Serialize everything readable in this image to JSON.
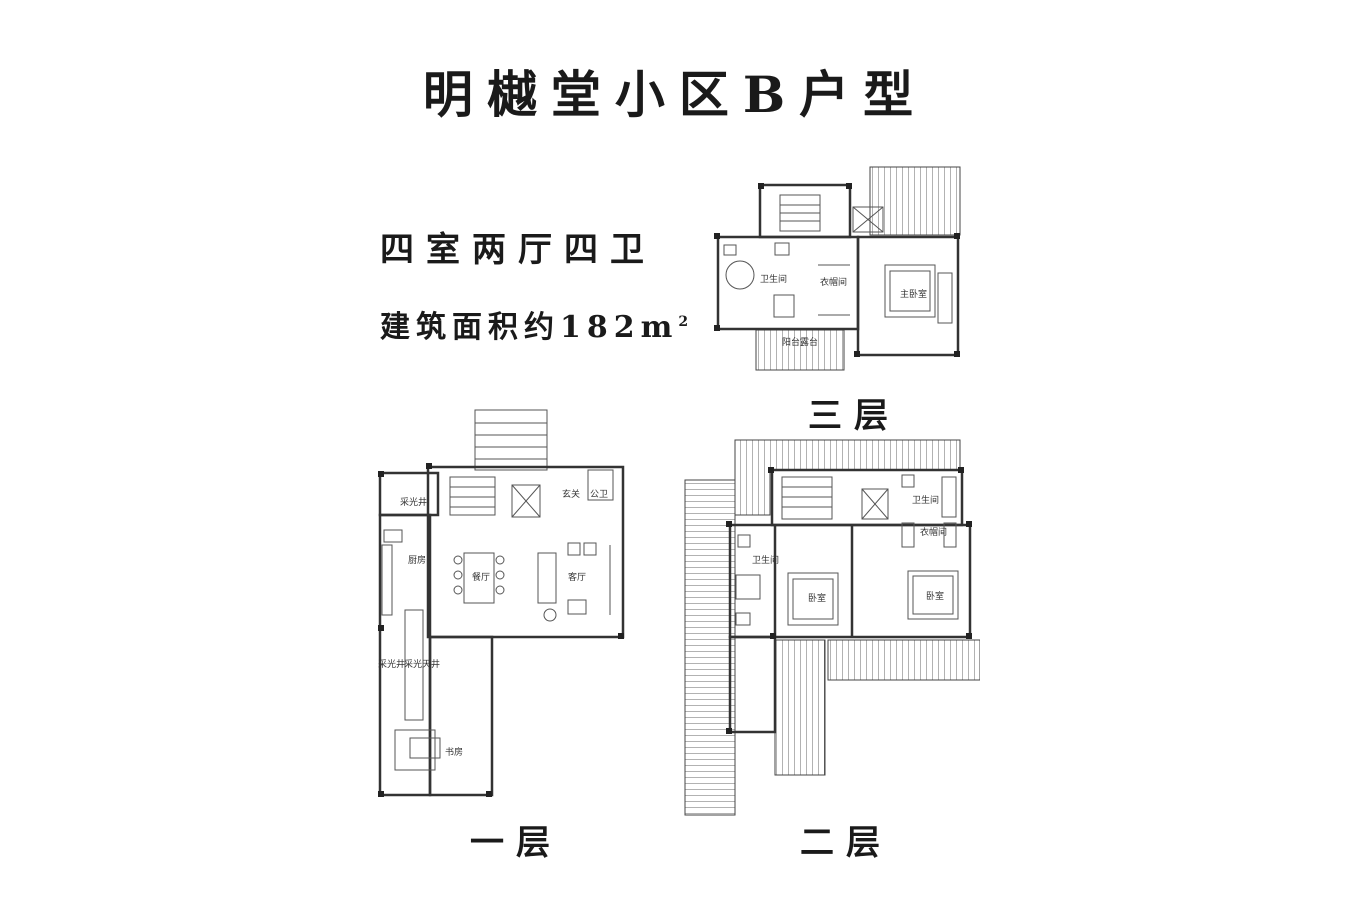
{
  "title": "明樾堂小区B户型",
  "layout_type": "四室两厅四卫",
  "area": {
    "prefix": "建筑面积约",
    "value": "182",
    "unit": "m",
    "unit_sup": "2"
  },
  "floors": {
    "first": {
      "label": "一层",
      "rooms": {
        "lightwell": "采光井",
        "kitchen": "厨房",
        "dining": "餐厅",
        "living": "客厅",
        "entrance": "玄关",
        "public_wc": "公卫",
        "lightwell_left": "采光井",
        "lightwell_sky": "采光天井",
        "study": "书房"
      }
    },
    "second": {
      "label": "二层",
      "rooms": {
        "bath_top": "卫生间",
        "closet": "衣帽间",
        "bath_left": "卫生间",
        "bedroom_left": "卧室",
        "bedroom_right": "卧室"
      }
    },
    "third": {
      "label": "三层",
      "rooms": {
        "bath": "卫生间",
        "closet": "衣帽间",
        "master": "主卧室",
        "terrace": "阳台露台"
      }
    }
  }
}
